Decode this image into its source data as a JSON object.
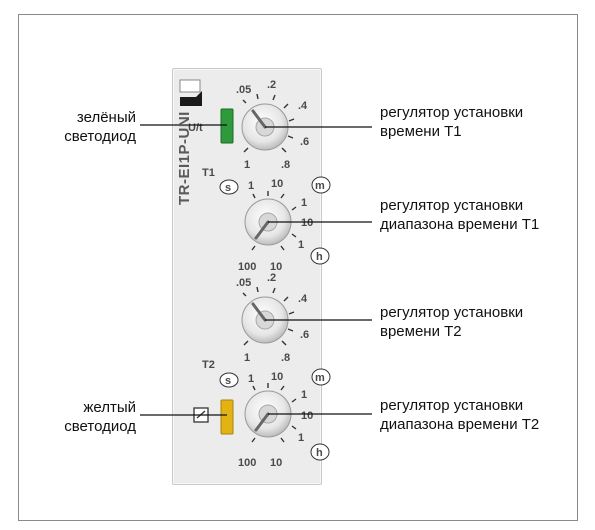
{
  "device": {
    "model": "TR-EI1P-UNI",
    "ut_label": "U/t",
    "t1_label": "T1",
    "t2_label": "T2",
    "time_scale": [
      ".05",
      ".2",
      ".4",
      ".6",
      "1",
      ".8"
    ],
    "range_labels": [
      "1",
      "10",
      "100",
      "10",
      "1",
      "10",
      "1"
    ],
    "unit_s": "s",
    "unit_m": "m",
    "unit_h": "h",
    "led_green_color": "#2f9a3c",
    "led_yellow_color": "#e3b316"
  },
  "labels": {
    "green_led": [
      "зелёный",
      "светодиод"
    ],
    "yellow_led": [
      "желтый",
      "светодиод"
    ],
    "t1_time": [
      "регулятор установки",
      "времени T1"
    ],
    "t1_range": [
      "регулятор установки",
      "диапазона времени T1"
    ],
    "t2_time": [
      "регулятор установки",
      "времени T2"
    ],
    "t2_range": [
      "регулятор установки",
      "диапазона времени T2"
    ]
  }
}
